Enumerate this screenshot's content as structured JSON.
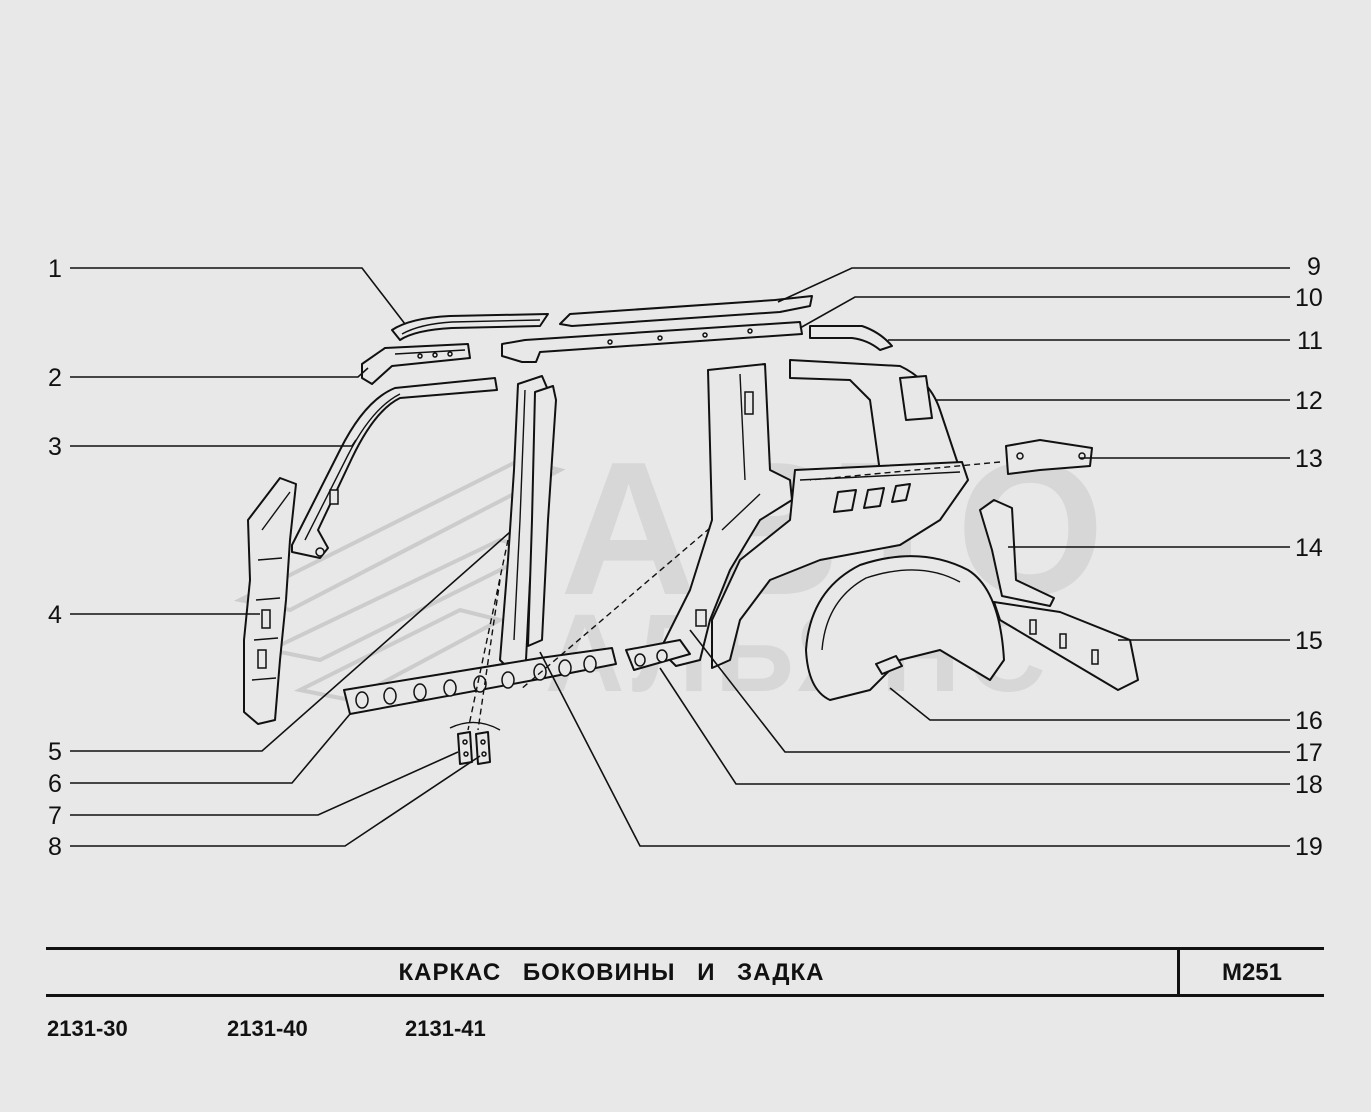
{
  "title": "КАРКАС   БОКОВИНЫ   И   ЗАДКА",
  "code": "М251",
  "models": [
    "2131-30",
    "2131-40",
    "2131-41"
  ],
  "watermark": {
    "line1": "АВТО",
    "line2": "АЛЬЯНС"
  },
  "callouts_left": [
    "1",
    "2",
    "3",
    "4",
    "5",
    "6",
    "7",
    "8"
  ],
  "callouts_right": [
    "9",
    "10",
    "11",
    "12",
    "13",
    "14",
    "15",
    "16",
    "17",
    "18",
    "19"
  ]
}
